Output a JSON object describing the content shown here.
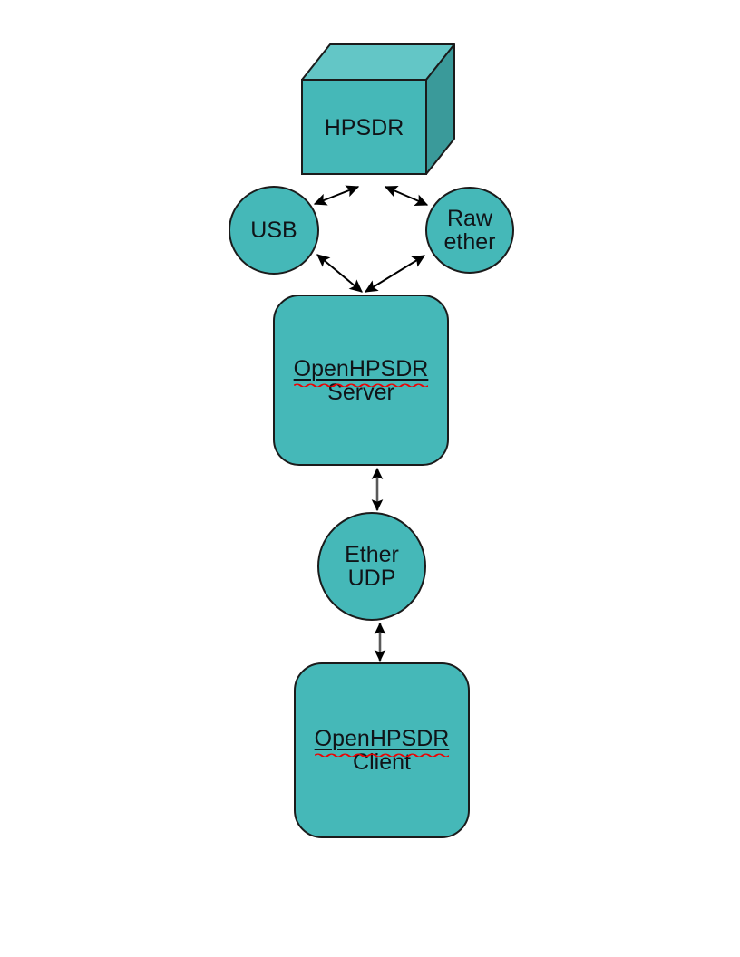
{
  "diagram": {
    "type": "block-diagram",
    "title": "OpenHPSDR client/server connection diagram",
    "background_color": "#ffffff",
    "palette": {
      "node_fill": "#45b8b8",
      "cube_top_fill": "#63c6c6",
      "cube_side_fill": "#3a9a9a",
      "node_stroke": "#1b1b1b",
      "arrow_stem": "#595959",
      "arrow_head": "#000000",
      "text_color": "#101418",
      "spellcheck_color": "#ee0000"
    },
    "nodes": [
      {
        "id": "hpsdr",
        "shape": "cube",
        "label": "HPSDR",
        "lines": [
          "HPSDR"
        ],
        "misspelled_lines": []
      },
      {
        "id": "usb",
        "shape": "ellipse",
        "label": "USB",
        "lines": [
          "USB"
        ],
        "misspelled_lines": []
      },
      {
        "id": "raw-ether",
        "shape": "ellipse",
        "label": "Raw ether",
        "lines": [
          "Raw",
          "ether"
        ],
        "misspelled_lines": []
      },
      {
        "id": "openhpsdr-server",
        "shape": "rounded-rect",
        "label": "OpenHPSDR Server",
        "lines": [
          "OpenHPSDR",
          "Server"
        ],
        "misspelled_lines": [
          "OpenHPSDR"
        ]
      },
      {
        "id": "ether-udp",
        "shape": "ellipse",
        "label": "Ether UDP",
        "lines": [
          "Ether",
          "UDP"
        ],
        "misspelled_lines": []
      },
      {
        "id": "openhpsdr-client",
        "shape": "rounded-rect",
        "label": "OpenHPSDR Client",
        "lines": [
          "OpenHPSDR",
          "Client"
        ],
        "misspelled_lines": [
          "OpenHPSDR"
        ]
      }
    ],
    "connections": [
      {
        "id": "hpsdr-usb",
        "from": "hpsdr",
        "to": "usb",
        "style": "double-arrow",
        "direction": "bidirectional",
        "orientation": "diagonal"
      },
      {
        "id": "hpsdr-raw-ether",
        "from": "hpsdr",
        "to": "raw-ether",
        "style": "double-arrow",
        "direction": "bidirectional",
        "orientation": "diagonal"
      },
      {
        "id": "usb-server",
        "from": "usb",
        "to": "openhpsdr-server",
        "style": "double-arrow",
        "direction": "bidirectional",
        "orientation": "diagonal"
      },
      {
        "id": "raw-ether-server",
        "from": "raw-ether",
        "to": "openhpsdr-server",
        "style": "double-arrow",
        "direction": "bidirectional",
        "orientation": "diagonal"
      },
      {
        "id": "server-ether-udp",
        "from": "openhpsdr-server",
        "to": "ether-udp",
        "style": "double-arrow",
        "direction": "bidirectional",
        "orientation": "vertical"
      },
      {
        "id": "ether-udp-client",
        "from": "ether-udp",
        "to": "openhpsdr-client",
        "style": "double-arrow",
        "direction": "bidirectional",
        "orientation": "vertical"
      }
    ]
  }
}
